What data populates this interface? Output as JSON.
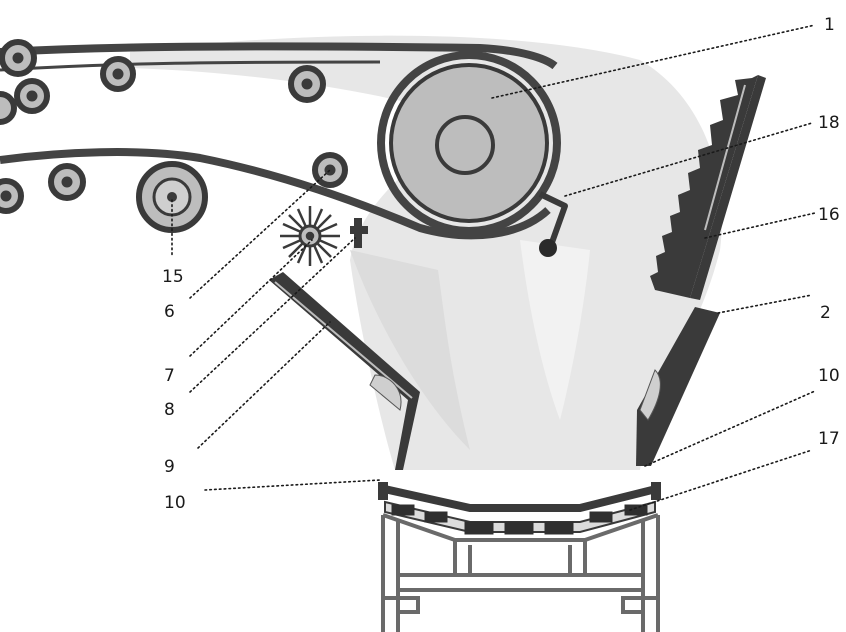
{
  "colors": {
    "background": "#ffffff",
    "dust": "#e7e7e7",
    "belt": "#444444",
    "metal": "#3a3a3a",
    "roller_fill": "#bdbdbd",
    "frame": "#6a6a6a",
    "label_text": "#1a1a1a"
  },
  "labels": [
    "1",
    "18",
    "16",
    "2",
    "10",
    "17",
    "10",
    "9",
    "8",
    "7",
    "6",
    "15"
  ]
}
